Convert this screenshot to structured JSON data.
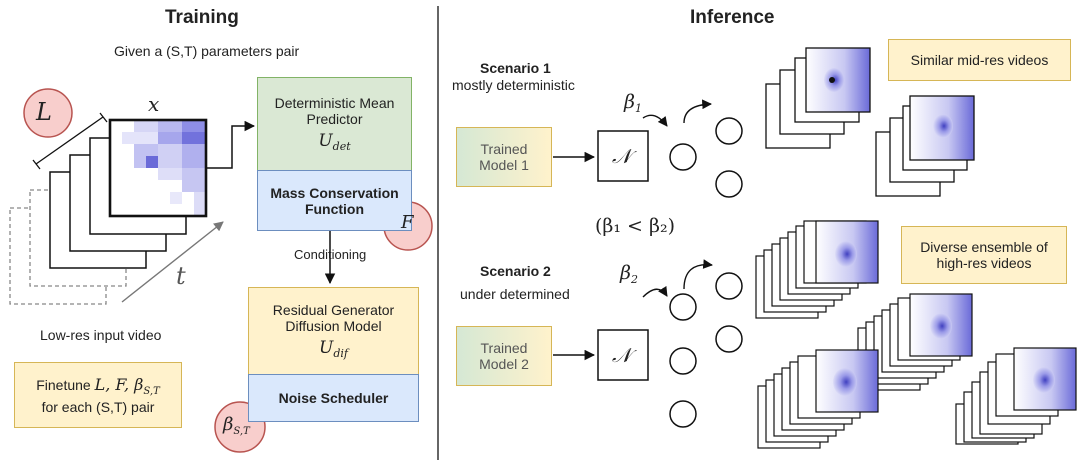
{
  "training": {
    "title": "Training",
    "subtitle": "Given a (S,T) parameters pair",
    "L_symbol": "L",
    "x_symbol": "x",
    "t_symbol": "t",
    "input_caption": "Low-res input video",
    "finetune": {
      "line1_prefix": "Finetune ",
      "line1_math": "L, F, β",
      "line1_sub": "S,T",
      "line2": "for each (S,T) pair"
    },
    "det_box": {
      "line1": "Deterministic Mean",
      "line2": "Predictor",
      "symbol": "U",
      "sub": "det"
    },
    "mass_box": {
      "line1": "Mass Conservation",
      "line2": "Function"
    },
    "F_symbol": "F",
    "conditioning": "Conditioning",
    "res_box": {
      "line1": "Residual Generator",
      "line2": "Diffusion Model",
      "symbol": "U",
      "sub": "dif"
    },
    "noise_box": {
      "label": "Noise Scheduler"
    },
    "beta_symbol": "β",
    "beta_sub": "S,T"
  },
  "inference": {
    "title": "Inference",
    "scenario1": {
      "title": "Scenario 1",
      "subtitle": "mostly deterministic",
      "model_line1": "Trained",
      "model_line2": "Model 1",
      "beta": "β",
      "beta_sub": "1"
    },
    "scenario2": {
      "title": "Scenario 2",
      "subtitle": "under determined",
      "model_line1": "Trained",
      "model_line2": "Model 2",
      "beta": "β",
      "beta_sub": "2"
    },
    "normal_symbol": "𝒩",
    "comparison": "(β₁ < β₂)",
    "note1": "Similar mid-res videos",
    "note2_line1": "Diverse ensemble of",
    "note2_line2": "high-res videos"
  },
  "colors": {
    "green_fill": "#dae8d4",
    "green_stroke": "#82b366",
    "blue_fill": "#dae8fc",
    "blue_stroke": "#6c8ebf",
    "yellow_fill": "#fff2cc",
    "yellow_stroke": "#d6b656",
    "red_fill": "#f8cecc",
    "red_stroke": "#b85450",
    "grad_fill_start": "#d5e8d4",
    "grad_fill_end": "#fff2cc"
  }
}
